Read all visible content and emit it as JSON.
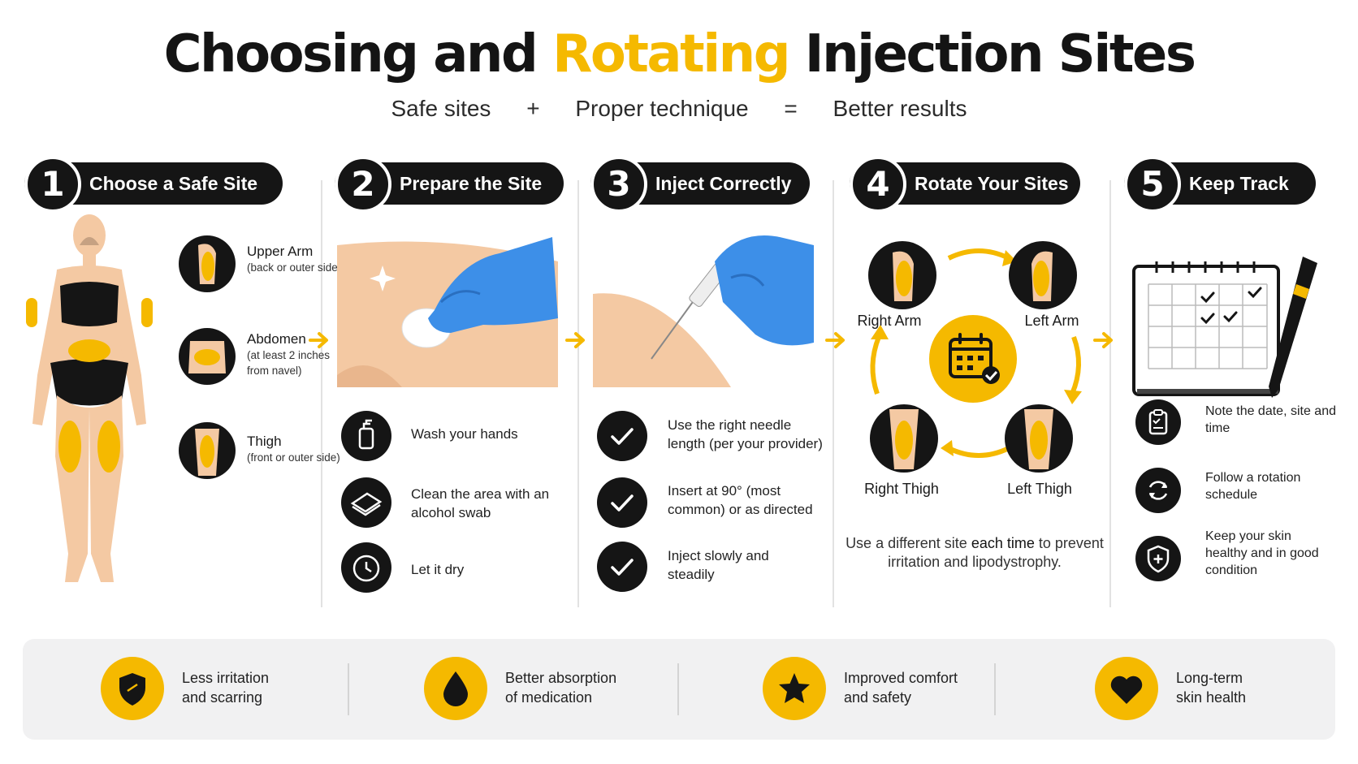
{
  "title": {
    "part1": "Choosing and ",
    "highlight": "Rotating",
    "part2": " Injection  Sites"
  },
  "subtitle": {
    "a": "Safe sites",
    "plus": "+",
    "b": "Proper technique",
    "eq": "=",
    "c": "Better results"
  },
  "colors": {
    "accent": "#f5b900",
    "dark": "#151515",
    "skin": "#f4c9a3",
    "glove": "#3d8fe8"
  },
  "steps": [
    {
      "num": "1",
      "label": "Choose a Safe Site"
    },
    {
      "num": "2",
      "label": "Prepare the Site"
    },
    {
      "num": "3",
      "label": "Inject Correctly"
    },
    {
      "num": "4",
      "label": "Rotate Your Sites"
    },
    {
      "num": "5",
      "label": "Keep Track"
    }
  ],
  "sites": [
    {
      "title": "Upper Arm",
      "sub": "(back or outer side)"
    },
    {
      "title": "Abdomen",
      "sub": "(at least 2 inches from navel)"
    },
    {
      "title": "Thigh",
      "sub": "(front or outer side)"
    }
  ],
  "prepare": [
    {
      "icon": "hand-soap-icon",
      "text": "Wash your hands"
    },
    {
      "icon": "alcohol-swab-icon",
      "text": "Clean the area with an alcohol swab"
    },
    {
      "icon": "timer-icon",
      "text": "Let it dry"
    }
  ],
  "inject": [
    {
      "icon": "check-icon",
      "text": "Use the right needle length (per your provider)"
    },
    {
      "icon": "check-icon",
      "text": "Insert at 90° (most common) or as directed"
    },
    {
      "icon": "check-icon",
      "text": "Inject slowly and steadily"
    }
  ],
  "rotate": {
    "sites": [
      "Right Arm",
      "Left Arm",
      "Right Thigh",
      "Left Thigh"
    ],
    "caption_a": "Use a different site ",
    "caption_b": "each time",
    "caption_c": " to prevent irritation and lipodystrophy."
  },
  "track": [
    {
      "icon": "clipboard-icon",
      "text": "Note the date, site and time"
    },
    {
      "icon": "refresh-icon",
      "text": "Follow a rotation schedule"
    },
    {
      "icon": "shield-plus-icon",
      "text": "Keep your skin healthy and in good condition"
    }
  ],
  "benefits": [
    {
      "icon": "shield-icon",
      "text1": "Less irritation",
      "text2": "and scarring"
    },
    {
      "icon": "drop-icon",
      "text1": "Better absorption",
      "text2": "of medication"
    },
    {
      "icon": "star-icon",
      "text1": "Improved comfort",
      "text2": "and safety"
    },
    {
      "icon": "heart-icon",
      "text1": "Long-term",
      "text2": "skin health"
    }
  ]
}
